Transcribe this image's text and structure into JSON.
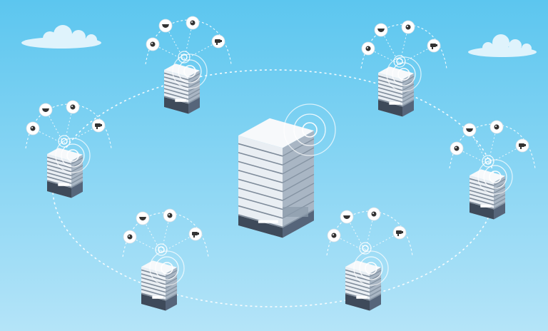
{
  "colors": {
    "sky_top": "#5cc6ef",
    "sky_bottom": "#b4e4f8",
    "cloud": "#dff3fc",
    "building_front": "#e9eef3",
    "building_side": "#a9b6c4",
    "building_roof": "#f7f9fb",
    "window_dark": "#5b6b7d",
    "base_dark": "#3e4a5a",
    "ring": "#ffffff",
    "device_fill": "#ffffff",
    "device_icon": "#333333"
  },
  "diagram": {
    "hub": {
      "name": "central-hub-building"
    },
    "nodes": [
      {
        "name": "branch-building-top-left",
        "devices": [
          "dome-camera-icon",
          "lens-camera-icon",
          "bullet-camera-icon",
          "dome-camera-icon"
        ]
      },
      {
        "name": "branch-building-top-right",
        "devices": [
          "dome-camera-icon",
          "lens-camera-icon",
          "bullet-camera-icon",
          "dome-camera-icon"
        ]
      },
      {
        "name": "branch-building-left",
        "devices": [
          "dome-camera-icon",
          "lens-camera-icon",
          "bullet-camera-icon",
          "dome-camera-icon"
        ]
      },
      {
        "name": "branch-building-right",
        "devices": [
          "dome-camera-icon",
          "lens-camera-icon",
          "bullet-camera-icon",
          "dome-camera-icon"
        ]
      },
      {
        "name": "branch-building-bottom-left",
        "devices": [
          "dome-camera-icon",
          "lens-camera-icon",
          "bullet-camera-icon",
          "dome-camera-icon"
        ]
      },
      {
        "name": "branch-building-bottom-right",
        "devices": [
          "dome-camera-icon",
          "lens-camera-icon",
          "bullet-camera-icon",
          "dome-camera-icon"
        ]
      }
    ]
  }
}
